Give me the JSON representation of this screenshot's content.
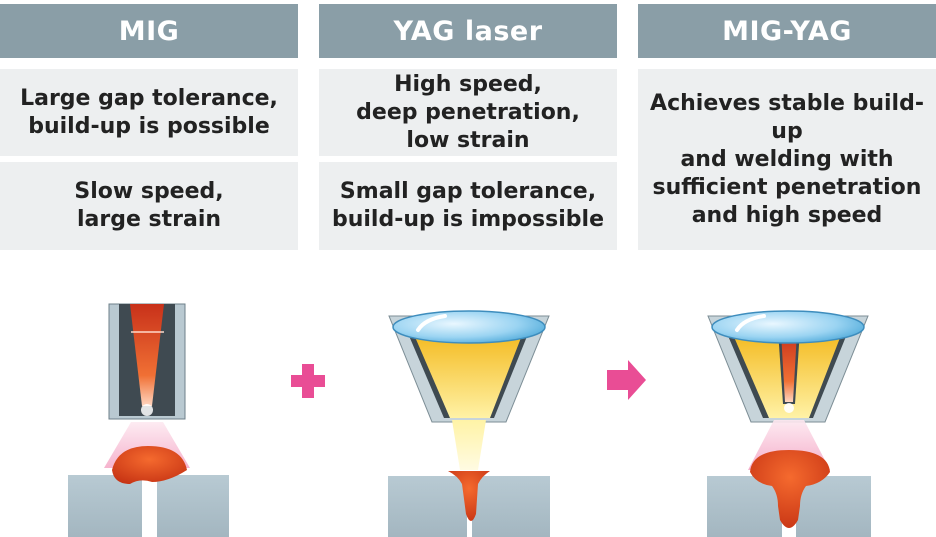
{
  "columns": [
    {
      "title": "MIG",
      "pros": "Large gap tolerance,\nbuild-up is possible",
      "cons": "Slow speed,\nlarge strain"
    },
    {
      "title": "YAG laser",
      "pros": "High speed,\ndeep penetration,\nlow strain",
      "cons": "Small gap tolerance,\nbuild-up is impossible"
    },
    {
      "title": "MIG-YAG",
      "summary": "Achieves stable build-up\nand welding with\nsufficient penetration\nand high speed"
    }
  ],
  "operators": {
    "plus": "plus-icon",
    "arrow": "arrow-right-icon"
  },
  "colors": {
    "header": "#8a9ea7",
    "box": "#edeff0",
    "accent": "#e94d95",
    "metal": "#a9bcc6",
    "weld": "#e5501c"
  }
}
